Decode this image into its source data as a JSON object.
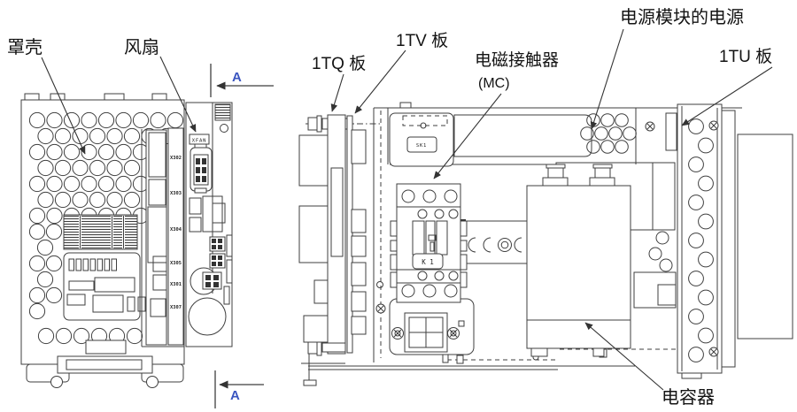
{
  "figure": {
    "left_view": {
      "cover_label": "罩壳",
      "fan_label": "风扇",
      "section_marker_top": "A",
      "section_marker_bottom": "A",
      "fan_connector_label": "XFAN",
      "connector_labels": [
        "X302",
        "X303",
        "X304",
        "X305",
        "X301",
        "X307"
      ]
    },
    "right_view": {
      "board_1tq_label": "1TQ 板",
      "board_1tv_label": "1TV 板",
      "contactor_label_line1": "电磁接触器",
      "contactor_label_line2": "(MC)",
      "power_module_label": "电源模块的电源",
      "board_1tu_label": "1TU 板",
      "capacitor_label": "电容器",
      "relay_marking": "K 1",
      "sticker_marking": "SK1"
    },
    "colors": {
      "line": "#3f3f3f",
      "text": "#141414",
      "marker": "#3a55c0",
      "background": "#ffffff"
    }
  }
}
